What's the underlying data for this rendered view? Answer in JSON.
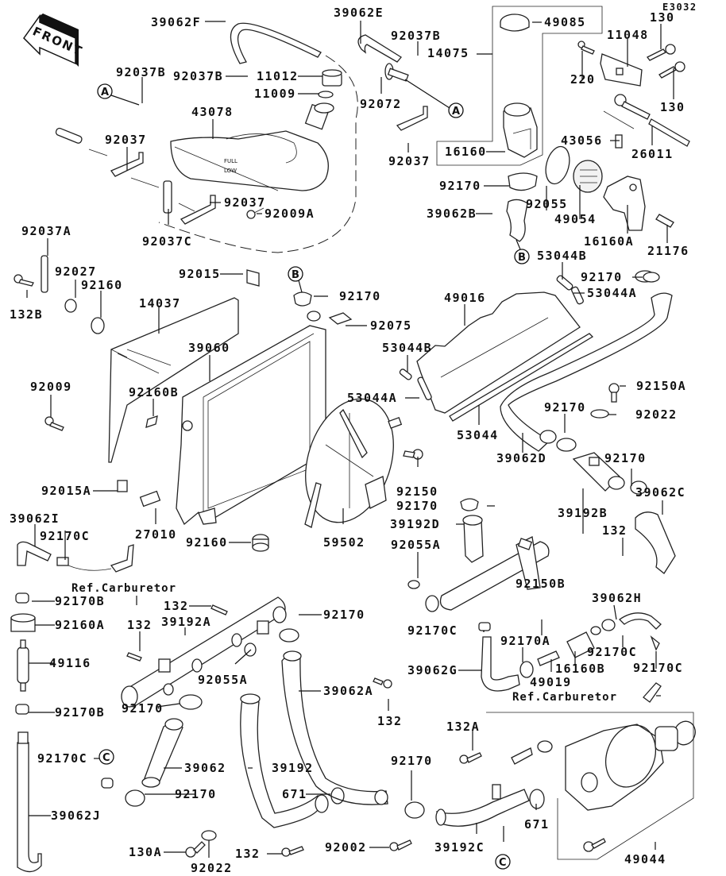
{
  "diagram": {
    "code": "E3032",
    "front_label": "FRONT",
    "colors": {
      "line": "#111111",
      "background": "#ffffff"
    },
    "callouts": [
      {
        "id": "callout-39062F",
        "text": "39062F"
      },
      {
        "id": "callout-39062E",
        "text": "39062E"
      },
      {
        "id": "callout-49085",
        "text": "49085"
      },
      {
        "id": "callout-130-top",
        "text": "130"
      },
      {
        "id": "callout-11048",
        "text": "11048"
      },
      {
        "id": "callout-92037B-a",
        "text": "92037B"
      },
      {
        "id": "callout-92037B-b",
        "text": "92037B"
      },
      {
        "id": "callout-92037B-c",
        "text": "92037B"
      },
      {
        "id": "callout-11012",
        "text": "11012"
      },
      {
        "id": "callout-14075",
        "text": "14075"
      },
      {
        "id": "callout-220",
        "text": "220"
      },
      {
        "id": "callout-11009",
        "text": "11009"
      },
      {
        "id": "callout-92072",
        "text": "92072"
      },
      {
        "id": "callout-130-mid",
        "text": "130"
      },
      {
        "id": "callout-43078",
        "text": "43078"
      },
      {
        "id": "callout-92037-a",
        "text": "92037"
      },
      {
        "id": "callout-16160",
        "text": "16160"
      },
      {
        "id": "callout-43056",
        "text": "43056"
      },
      {
        "id": "callout-26011",
        "text": "26011"
      },
      {
        "id": "callout-92037-b",
        "text": "92037"
      },
      {
        "id": "callout-92037-c",
        "text": "92037"
      },
      {
        "id": "callout-92170-a",
        "text": "92170"
      },
      {
        "id": "callout-92055",
        "text": "92055"
      },
      {
        "id": "callout-92009A",
        "text": "92009A"
      },
      {
        "id": "callout-39062B",
        "text": "39062B"
      },
      {
        "id": "callout-49054",
        "text": "49054"
      },
      {
        "id": "callout-92037C",
        "text": "92037C"
      },
      {
        "id": "callout-16160A",
        "text": "16160A"
      },
      {
        "id": "callout-21176",
        "text": "21176"
      },
      {
        "id": "callout-92037A",
        "text": "92037A"
      },
      {
        "id": "callout-53044B-a",
        "text": "53044B"
      },
      {
        "id": "callout-92027",
        "text": "92027"
      },
      {
        "id": "callout-92015",
        "text": "92015"
      },
      {
        "id": "callout-92170-b",
        "text": "92170"
      },
      {
        "id": "callout-92170-c",
        "text": "92170"
      },
      {
        "id": "callout-53044A-a",
        "text": "53044A"
      },
      {
        "id": "callout-92160-a",
        "text": "92160"
      },
      {
        "id": "callout-132B",
        "text": "132B"
      },
      {
        "id": "callout-49016",
        "text": "49016"
      },
      {
        "id": "callout-14037",
        "text": "14037"
      },
      {
        "id": "callout-92075",
        "text": "92075"
      },
      {
        "id": "callout-39060",
        "text": "39060"
      },
      {
        "id": "callout-53044B-b",
        "text": "53044B"
      },
      {
        "id": "callout-92009",
        "text": "92009"
      },
      {
        "id": "callout-92160B",
        "text": "92160B"
      },
      {
        "id": "callout-53044A-b",
        "text": "53044A"
      },
      {
        "id": "callout-92150A",
        "text": "92150A"
      },
      {
        "id": "callout-92170-d",
        "text": "92170"
      },
      {
        "id": "callout-92022-a",
        "text": "92022"
      },
      {
        "id": "callout-53044",
        "text": "53044"
      },
      {
        "id": "callout-39062D",
        "text": "39062D"
      },
      {
        "id": "callout-92170-e",
        "text": "92170"
      },
      {
        "id": "callout-92015A",
        "text": "92015A"
      },
      {
        "id": "callout-92150",
        "text": "92150"
      },
      {
        "id": "callout-92170-f",
        "text": "92170"
      },
      {
        "id": "callout-39192B",
        "text": "39192B"
      },
      {
        "id": "callout-39062C",
        "text": "39062C"
      },
      {
        "id": "callout-39062I",
        "text": "39062I"
      },
      {
        "id": "callout-92170C-a",
        "text": "92170C"
      },
      {
        "id": "callout-27010",
        "text": "27010"
      },
      {
        "id": "callout-39192D",
        "text": "39192D"
      },
      {
        "id": "callout-92160-b",
        "text": "92160"
      },
      {
        "id": "callout-92055A-a",
        "text": "92055A"
      },
      {
        "id": "callout-59502",
        "text": "59502"
      },
      {
        "id": "callout-132-a",
        "text": "132"
      },
      {
        "id": "callout-92170B-a",
        "text": "92170B"
      },
      {
        "id": "callout-132-b",
        "text": "132"
      },
      {
        "id": "callout-92150B",
        "text": "92150B"
      },
      {
        "id": "callout-39062H",
        "text": "39062H"
      },
      {
        "id": "callout-92160A",
        "text": "92160A"
      },
      {
        "id": "callout-132-c",
        "text": "132"
      },
      {
        "id": "callout-39192A",
        "text": "39192A"
      },
      {
        "id": "callout-92170-g",
        "text": "92170"
      },
      {
        "id": "callout-92170C-b",
        "text": "92170C"
      },
      {
        "id": "callout-92170A",
        "text": "92170A"
      },
      {
        "id": "callout-49116",
        "text": "49116"
      },
      {
        "id": "callout-92170C-c",
        "text": "92170C"
      },
      {
        "id": "callout-39062G",
        "text": "39062G"
      },
      {
        "id": "callout-16160B",
        "text": "16160B"
      },
      {
        "id": "callout-92055A-b",
        "text": "92055A"
      },
      {
        "id": "callout-92170C-d",
        "text": "92170C"
      },
      {
        "id": "callout-49019",
        "text": "49019"
      },
      {
        "id": "callout-39062A",
        "text": "39062A"
      },
      {
        "id": "callout-92170B-b",
        "text": "92170B"
      },
      {
        "id": "callout-92170-h",
        "text": "92170"
      },
      {
        "id": "callout-132-d",
        "text": "132"
      },
      {
        "id": "callout-132A",
        "text": "132A"
      },
      {
        "id": "callout-92170C-e",
        "text": "92170C"
      },
      {
        "id": "callout-39062",
        "text": "39062"
      },
      {
        "id": "callout-39192",
        "text": "39192"
      },
      {
        "id": "callout-92170-i",
        "text": "92170"
      },
      {
        "id": "callout-92170-j",
        "text": "92170"
      },
      {
        "id": "callout-671-a",
        "text": "671"
      },
      {
        "id": "callout-671-b",
        "text": "671"
      },
      {
        "id": "callout-39062J",
        "text": "39062J"
      },
      {
        "id": "callout-39192C",
        "text": "39192C"
      },
      {
        "id": "callout-130A",
        "text": "130A"
      },
      {
        "id": "callout-92002",
        "text": "92002"
      },
      {
        "id": "callout-132-e",
        "text": "132"
      },
      {
        "id": "callout-49044",
        "text": "49044"
      },
      {
        "id": "callout-92022-b",
        "text": "92022"
      }
    ],
    "references": [
      {
        "id": "ref-carburetor-left",
        "text": "Ref.Carburetor"
      },
      {
        "id": "ref-carburetor-right",
        "text": "Ref.Carburetor"
      }
    ],
    "connectors": [
      {
        "id": "connector-A-left",
        "text": "A"
      },
      {
        "id": "connector-A-right",
        "text": "A"
      },
      {
        "id": "connector-B-top",
        "text": "B"
      },
      {
        "id": "connector-B-mid",
        "text": "B"
      },
      {
        "id": "connector-C-left",
        "text": "C"
      },
      {
        "id": "connector-C-bottom",
        "text": "C"
      }
    ]
  }
}
